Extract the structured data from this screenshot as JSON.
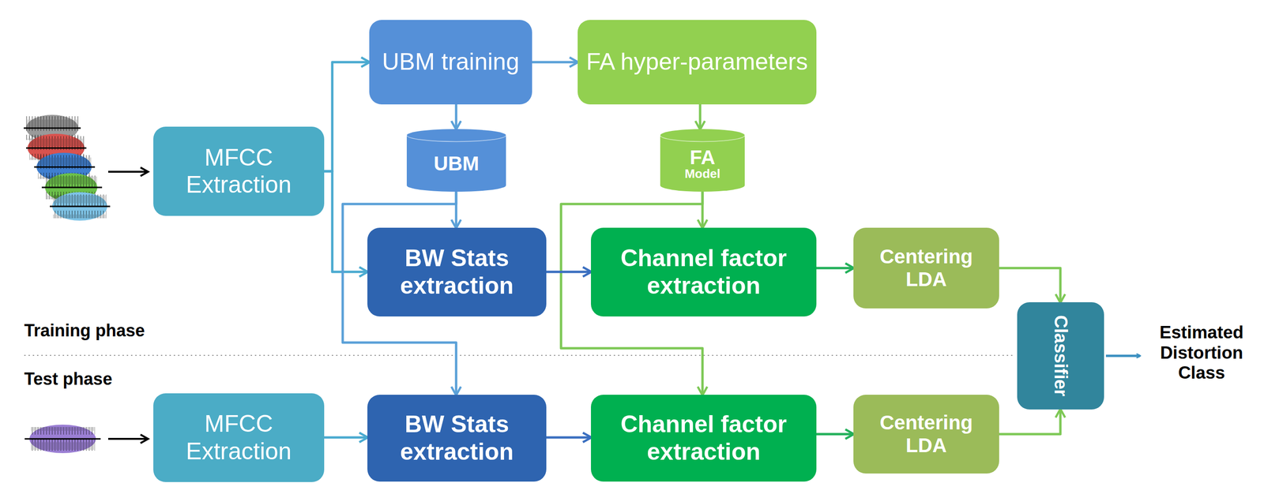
{
  "diagram": {
    "nodes": [
      {
        "text": [
          "MFCC Extraction"
        ]
      },
      {
        "text": [
          "UBM training"
        ]
      },
      {
        "text": [
          "FA hyper-parameters"
        ]
      },
      {
        "text": [
          "UBM"
        ]
      },
      {
        "text": [
          "FA",
          "Model"
        ]
      },
      {
        "text": [
          "BW Stats extraction"
        ]
      },
      {
        "text": [
          "Channel factor extraction"
        ]
      },
      {
        "text": [
          "Centering LDA"
        ]
      },
      {
        "text": [
          "Classifier"
        ]
      },
      {
        "text": [
          "MFCC Extraction"
        ]
      },
      {
        "text": [
          "BW Stats extraction"
        ]
      },
      {
        "text": [
          "Channel factor extraction"
        ]
      },
      {
        "text": [
          "Centering LDA"
        ]
      }
    ],
    "edges": [
      {
        "from": 0,
        "to": 1,
        "arrow": "to"
      },
      {
        "from": 0,
        "to": 5,
        "arrow": "to"
      },
      {
        "from": 1,
        "to": 2,
        "arrow": "to"
      },
      {
        "from": 1,
        "to": 3,
        "arrow": "to"
      },
      {
        "from": 2,
        "to": 4,
        "arrow": "to"
      },
      {
        "from": 3,
        "to": 5,
        "arrow": "to"
      },
      {
        "from": 3,
        "to": 10,
        "arrow": "to"
      },
      {
        "from": 4,
        "to": 6,
        "arrow": "to"
      },
      {
        "from": 4,
        "to": 11,
        "arrow": "to"
      },
      {
        "from": 5,
        "to": 6,
        "arrow": "to"
      },
      {
        "from": 6,
        "to": 7,
        "arrow": "to"
      },
      {
        "from": 7,
        "to": 8,
        "arrow": "to"
      },
      {
        "from": 9,
        "to": 10,
        "arrow": "to"
      },
      {
        "from": 10,
        "to": 11,
        "arrow": "to"
      },
      {
        "from": 11,
        "to": 12,
        "arrow": "to"
      },
      {
        "from": 12,
        "to": 8,
        "arrow": "to"
      }
    ],
    "labels": [
      "Training phase",
      "Test phase",
      "Estimated Distortion Class"
    ]
  }
}
